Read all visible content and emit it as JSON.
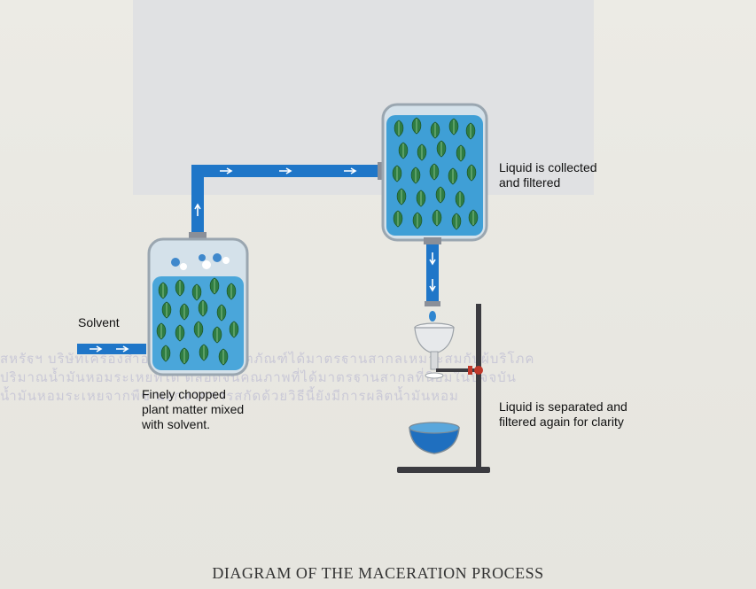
{
  "labels": {
    "solvent": "Solvent",
    "chopped": "Finely chopped\nplant matter mixed\nwith solvent.",
    "collected": "Liquid is collected\nand filtered",
    "separated": "Liquid is separated and\nfiltered again for clarity"
  },
  "caption": "DIAGRAM OF THE MACERATION PROCESS",
  "colors": {
    "pipe": "#1f76c8",
    "liquid": "#3f9fd6",
    "leaf": "#2f7d43",
    "valve": "#c0392b",
    "stand": "#3b3b40"
  },
  "icons": {
    "flow_arrow": "arrow-icon",
    "leaf": "leaf-icon",
    "bubble": "bubble-icon"
  }
}
